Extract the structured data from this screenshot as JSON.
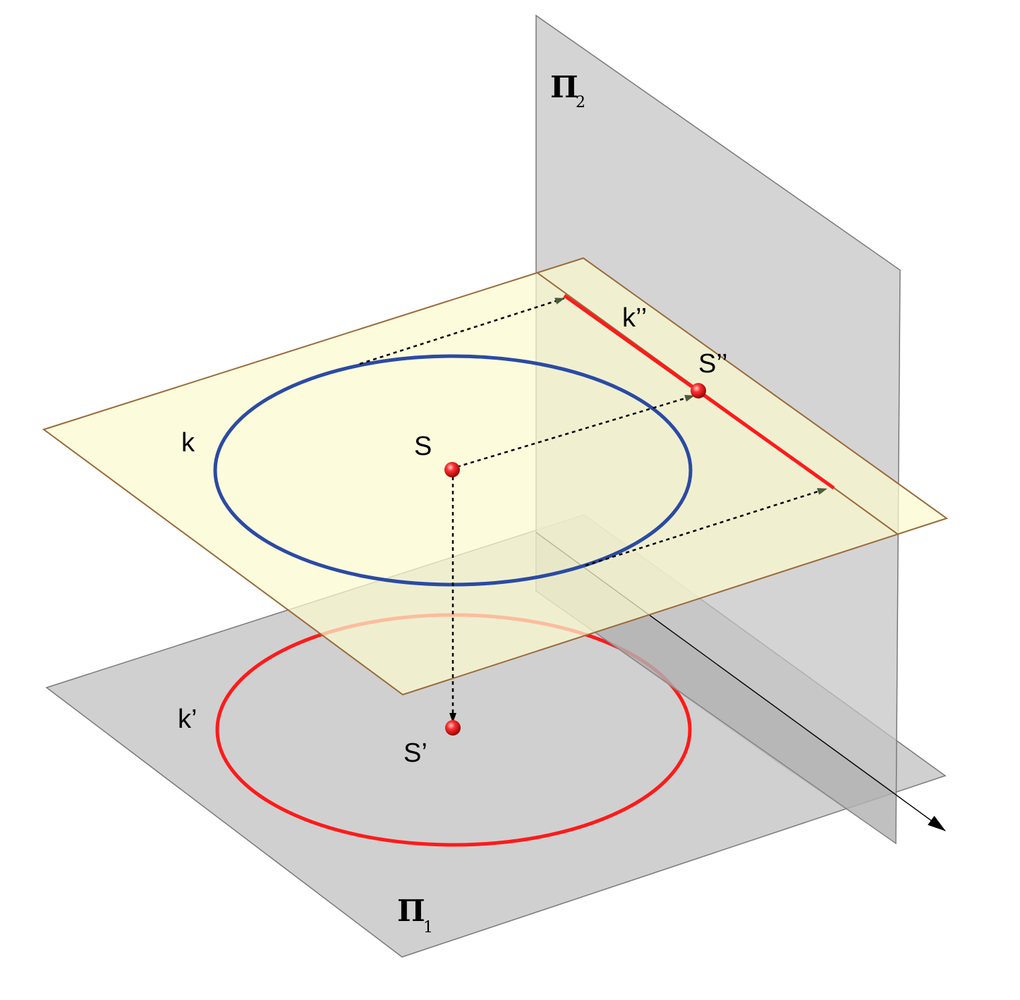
{
  "labels": {
    "plane_pi2": "Π",
    "plane_pi2_sub": "2",
    "plane_pi1": "Π",
    "plane_pi1_sub": "1",
    "circle_k": "k",
    "circle_k_prime": "k’",
    "k_double_prime": "k’’",
    "point_s": "S",
    "point_s_prime": "S’",
    "point_s_double_prime": "S’’"
  },
  "colors": {
    "horizontal_plane_fill": "#fbfbd0",
    "horizontal_plane_edge": "#9a6a3a",
    "projection_plane_fill": "#c8c8c8",
    "projection_plane_edge": "#7a7a7a",
    "circle_k": "#2b4aa3",
    "projection_red": "#ff1a1a",
    "point_red": "#e01010",
    "arrow_dark": "#000000",
    "arrow_head_olive": "#4d5a3a"
  }
}
